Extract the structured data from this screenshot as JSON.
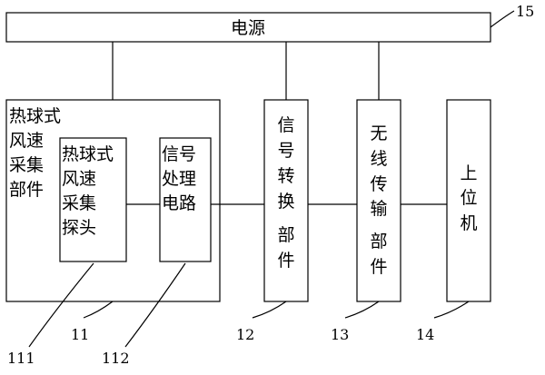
{
  "power": {
    "label": "电源",
    "ref": "15"
  },
  "sensor_part": {
    "label": [
      "热球式",
      "风速",
      "采集",
      "部件"
    ],
    "ref": "11"
  },
  "probe": {
    "label": [
      "热球式",
      "风速",
      "采集",
      "探头"
    ],
    "ref": "111"
  },
  "signal_circuit": {
    "label": [
      "信号",
      "处理",
      "电路"
    ],
    "ref": "112"
  },
  "converter": {
    "label": [
      "信",
      "号",
      "转",
      "换",
      "部",
      "件"
    ],
    "ref": "12"
  },
  "wireless": {
    "label": [
      "无",
      "线",
      "传",
      "输",
      "部",
      "件"
    ],
    "ref": "13"
  },
  "host": {
    "label": [
      "上",
      "位",
      "机"
    ],
    "ref": "14"
  }
}
